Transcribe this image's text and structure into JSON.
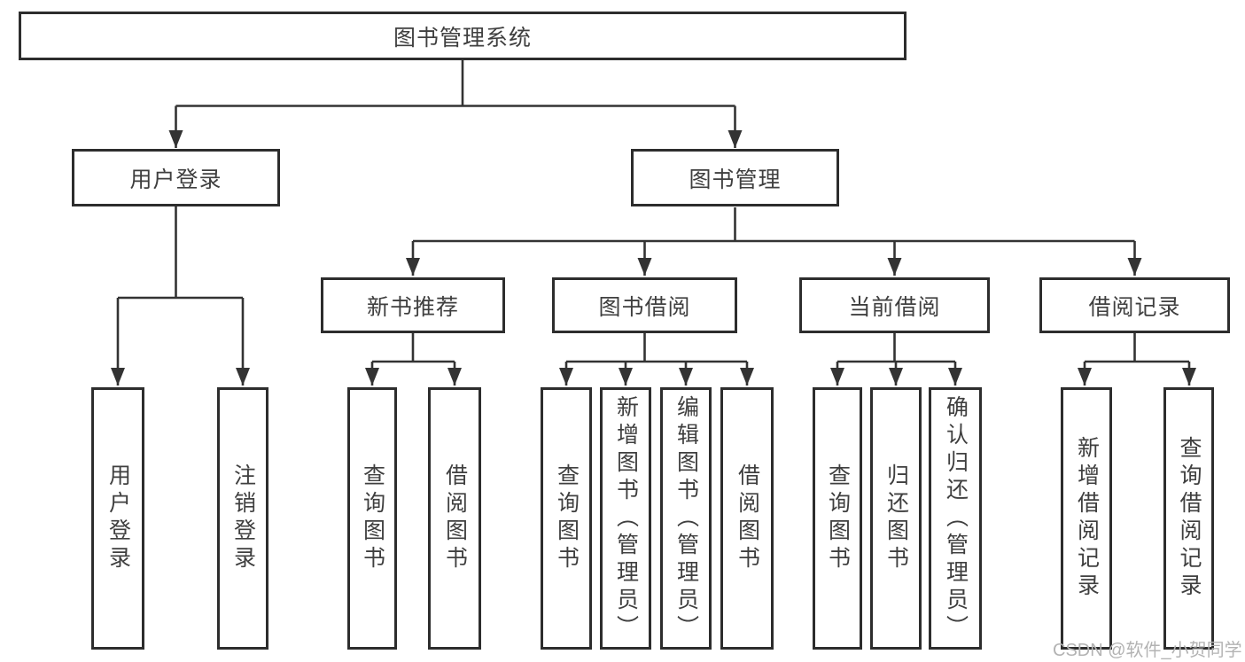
{
  "diagram": {
    "root": "图书管理系统",
    "level2": [
      "用户登录",
      "图书管理"
    ],
    "level3": [
      "新书推荐",
      "图书借阅",
      "当前借阅",
      "借阅记录"
    ],
    "leafGroups": [
      [
        "用户登录",
        "注销登录"
      ],
      [
        "查询图书",
        "借阅图书"
      ],
      [
        "查询图书",
        "新增图书（管理员）",
        "编辑图书（管理员）",
        "借阅图书"
      ],
      [
        "查询图书",
        "归还图书",
        "确认归还（管理员）"
      ],
      [
        "新增借阅记录",
        "查询借阅记录"
      ]
    ]
  },
  "watermark": "CSDN @软件_小贺同学",
  "colors": {
    "line": "#333333",
    "border": "#2d2d2d",
    "text": "#3f3f3f",
    "background": "#ffffff",
    "watermark": "#b3b3b3"
  }
}
